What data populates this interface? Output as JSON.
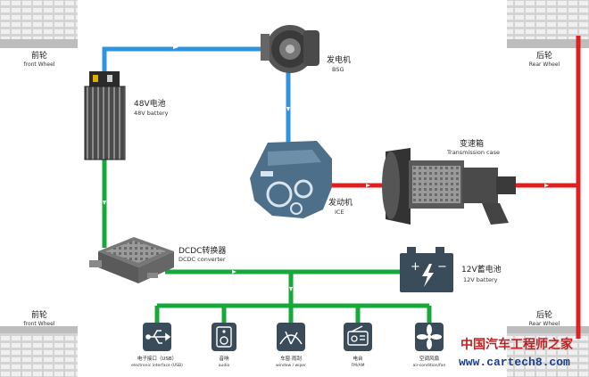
{
  "wheels": {
    "front_top": {
      "cn": "前轮",
      "en": "front Wheel"
    },
    "rear_top": {
      "cn": "后轮",
      "en": "Rear Wheel"
    },
    "front_bottom": {
      "cn": "前轮",
      "en": "front Wheel"
    },
    "rear_bottom": {
      "cn": "后轮",
      "en": "Rear Wheel"
    }
  },
  "components": {
    "battery48": {
      "cn": "48V电池",
      "en": "48V battery"
    },
    "bsg": {
      "cn": "发电机",
      "en": "BSG"
    },
    "ice": {
      "cn": "发动机",
      "en": "ICE"
    },
    "transmission": {
      "cn": "变速箱",
      "en": "Transmission case"
    },
    "dcdc": {
      "cn": "DCDC转换器",
      "en": "DCDC converter"
    },
    "battery12": {
      "cn": "12V蓄电池",
      "en": "12V battery"
    }
  },
  "loads": [
    {
      "icon": "usb-icon",
      "cn": "电子接口（USB）",
      "en": "electronic interface (USB)"
    },
    {
      "icon": "audio-icon",
      "cn": "音响",
      "en": "audio"
    },
    {
      "icon": "wiper-icon",
      "cn": "车窗·雨刮",
      "en": "window / wiper"
    },
    {
      "icon": "radio-icon",
      "cn": "电台",
      "en": "FM/AM"
    },
    {
      "icon": "fan-icon",
      "cn": "空调风扇",
      "en": "air-condition/fan"
    }
  ],
  "watermark": {
    "cn": "中国汽车工程师之家",
    "url": "www.cartech8.com"
  },
  "colors": {
    "high_voltage": "#2f93e0",
    "low_voltage": "#17a83a",
    "mechanical": "#e02020"
  }
}
